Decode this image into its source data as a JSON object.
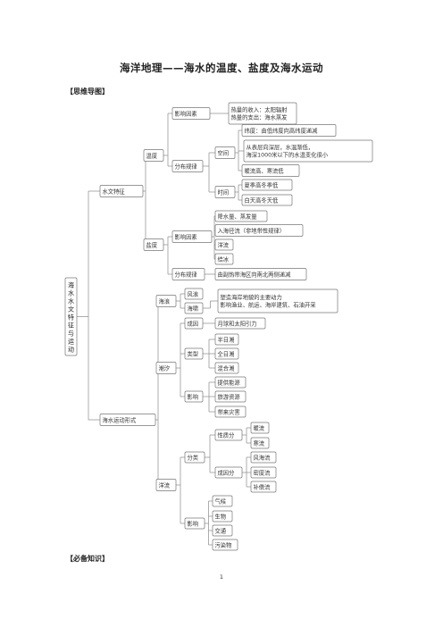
{
  "title": "海洋地理——海水的温度、盐度及海水运动",
  "sections": {
    "mindmap": "【思维导图】",
    "knowledge": "【必备知识】"
  },
  "page_number": "1",
  "mindmap": {
    "root": "海水水文特征与运动",
    "branches": [
      {
        "label": "水文特征",
        "children": [
          {
            "label": "温度",
            "children": [
              {
                "label": "影响因素",
                "children": [
                  {
                    "label": "热量的收入：太阳辐射\n热量的支出：海水蒸发"
                  }
                ]
              },
              {
                "label": "分布规律",
                "children": [
                  {
                    "label": "空间",
                    "children": [
                      {
                        "label": "纬度：由低纬度向高纬度递减"
                      },
                      {
                        "label": "从表层向深层，水温渐低，\n海深1000米以下的水温变化很小"
                      },
                      {
                        "label": "暖流高、寒流低"
                      }
                    ]
                  },
                  {
                    "label": "时间",
                    "children": [
                      {
                        "label": "夏季高冬季低"
                      },
                      {
                        "label": "白天高冬天低"
                      }
                    ]
                  }
                ]
              }
            ]
          },
          {
            "label": "盐度",
            "children": [
              {
                "label": "影响因素",
                "children": [
                  {
                    "label": "降水量、蒸发量"
                  },
                  {
                    "label": "入海径流（非地带性规律）"
                  },
                  {
                    "label": "洋流"
                  },
                  {
                    "label": "结冰"
                  }
                ]
              },
              {
                "label": "分布规律",
                "children": [
                  {
                    "label": "由副热带海区向南北两侧递减"
                  }
                ]
              }
            ]
          }
        ]
      },
      {
        "label": "海水运动形式",
        "children": [
          {
            "label": "海浪",
            "children": [
              {
                "label": "风浪"
              },
              {
                "label": "海啸",
                "children": [
                  {
                    "label": "塑造海岸地貌的主要动力\n影响渔业、航运、海岸建筑、石油开采"
                  }
                ]
              }
            ]
          },
          {
            "label": "潮汐",
            "children": [
              {
                "label": "成因",
                "children": [
                  {
                    "label": "月球和太阳引力"
                  }
                ]
              },
              {
                "label": "类型",
                "children": [
                  {
                    "label": "半日潮"
                  },
                  {
                    "label": "全日潮"
                  },
                  {
                    "label": "混合潮"
                  }
                ]
              },
              {
                "label": "影响",
                "children": [
                  {
                    "label": "提供能源"
                  },
                  {
                    "label": "旅游资源"
                  },
                  {
                    "label": "带来灾害"
                  }
                ]
              }
            ]
          },
          {
            "label": "洋流",
            "children": [
              {
                "label": "分类",
                "children": [
                  {
                    "label": "性质分",
                    "children": [
                      {
                        "label": "暖流"
                      },
                      {
                        "label": "寒流"
                      }
                    ]
                  },
                  {
                    "label": "成因分",
                    "children": [
                      {
                        "label": "风海流"
                      },
                      {
                        "label": "密度流"
                      },
                      {
                        "label": "补偿流"
                      }
                    ]
                  }
                ]
              },
              {
                "label": "影响",
                "children": [
                  {
                    "label": "气候"
                  },
                  {
                    "label": "生物"
                  },
                  {
                    "label": "交通"
                  },
                  {
                    "label": "污染物"
                  }
                ]
              }
            ]
          }
        ]
      }
    ]
  }
}
